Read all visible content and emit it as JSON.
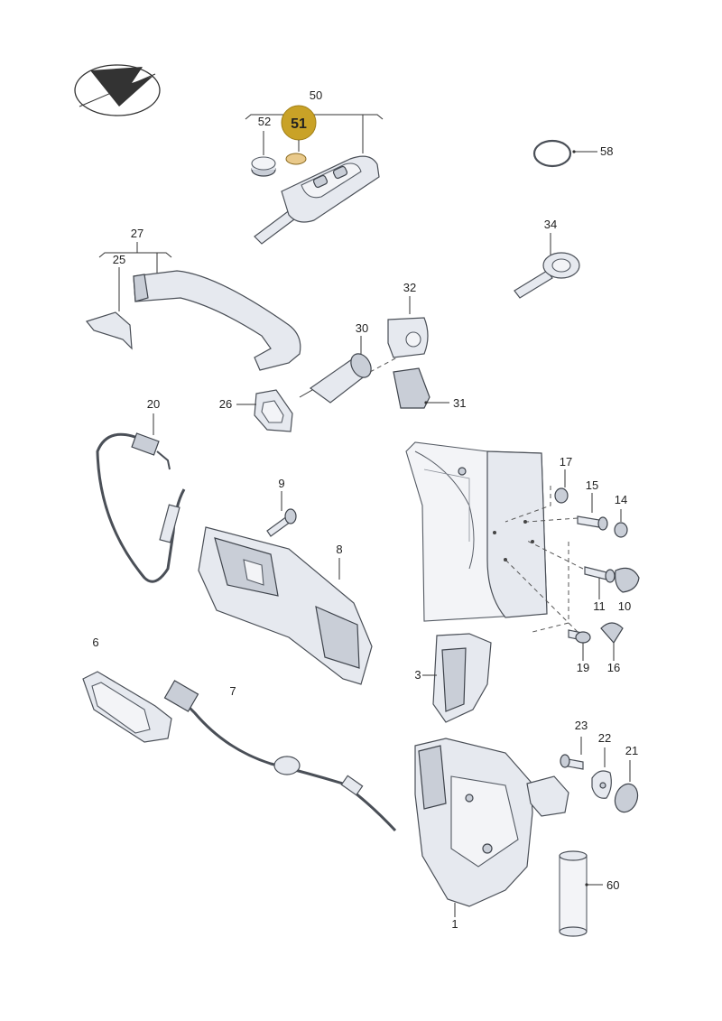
{
  "colors": {
    "highlight_badge": "#c9a227",
    "part_fill": "#e6e9ef",
    "part_stroke": "#4a4f57",
    "background": "#ffffff"
  },
  "logo": {
    "icon": "checkmark-arrow-logo"
  },
  "highlight": {
    "label": "51"
  },
  "callouts": {
    "c1": "1",
    "c3": "3",
    "c6": "6",
    "c7": "7",
    "c8": "8",
    "c9": "9",
    "c10": "10",
    "c11": "11",
    "c14": "14",
    "c15": "15",
    "c16": "16",
    "c17": "17",
    "c19": "19",
    "c20": "20",
    "c21": "21",
    "c22": "22",
    "c23": "23",
    "c25": "25",
    "c26": "26",
    "c27": "27",
    "c30": "30",
    "c31": "31",
    "c32": "32",
    "c34": "34",
    "c50": "50",
    "c52": "52",
    "c58": "58",
    "c60": "60"
  }
}
